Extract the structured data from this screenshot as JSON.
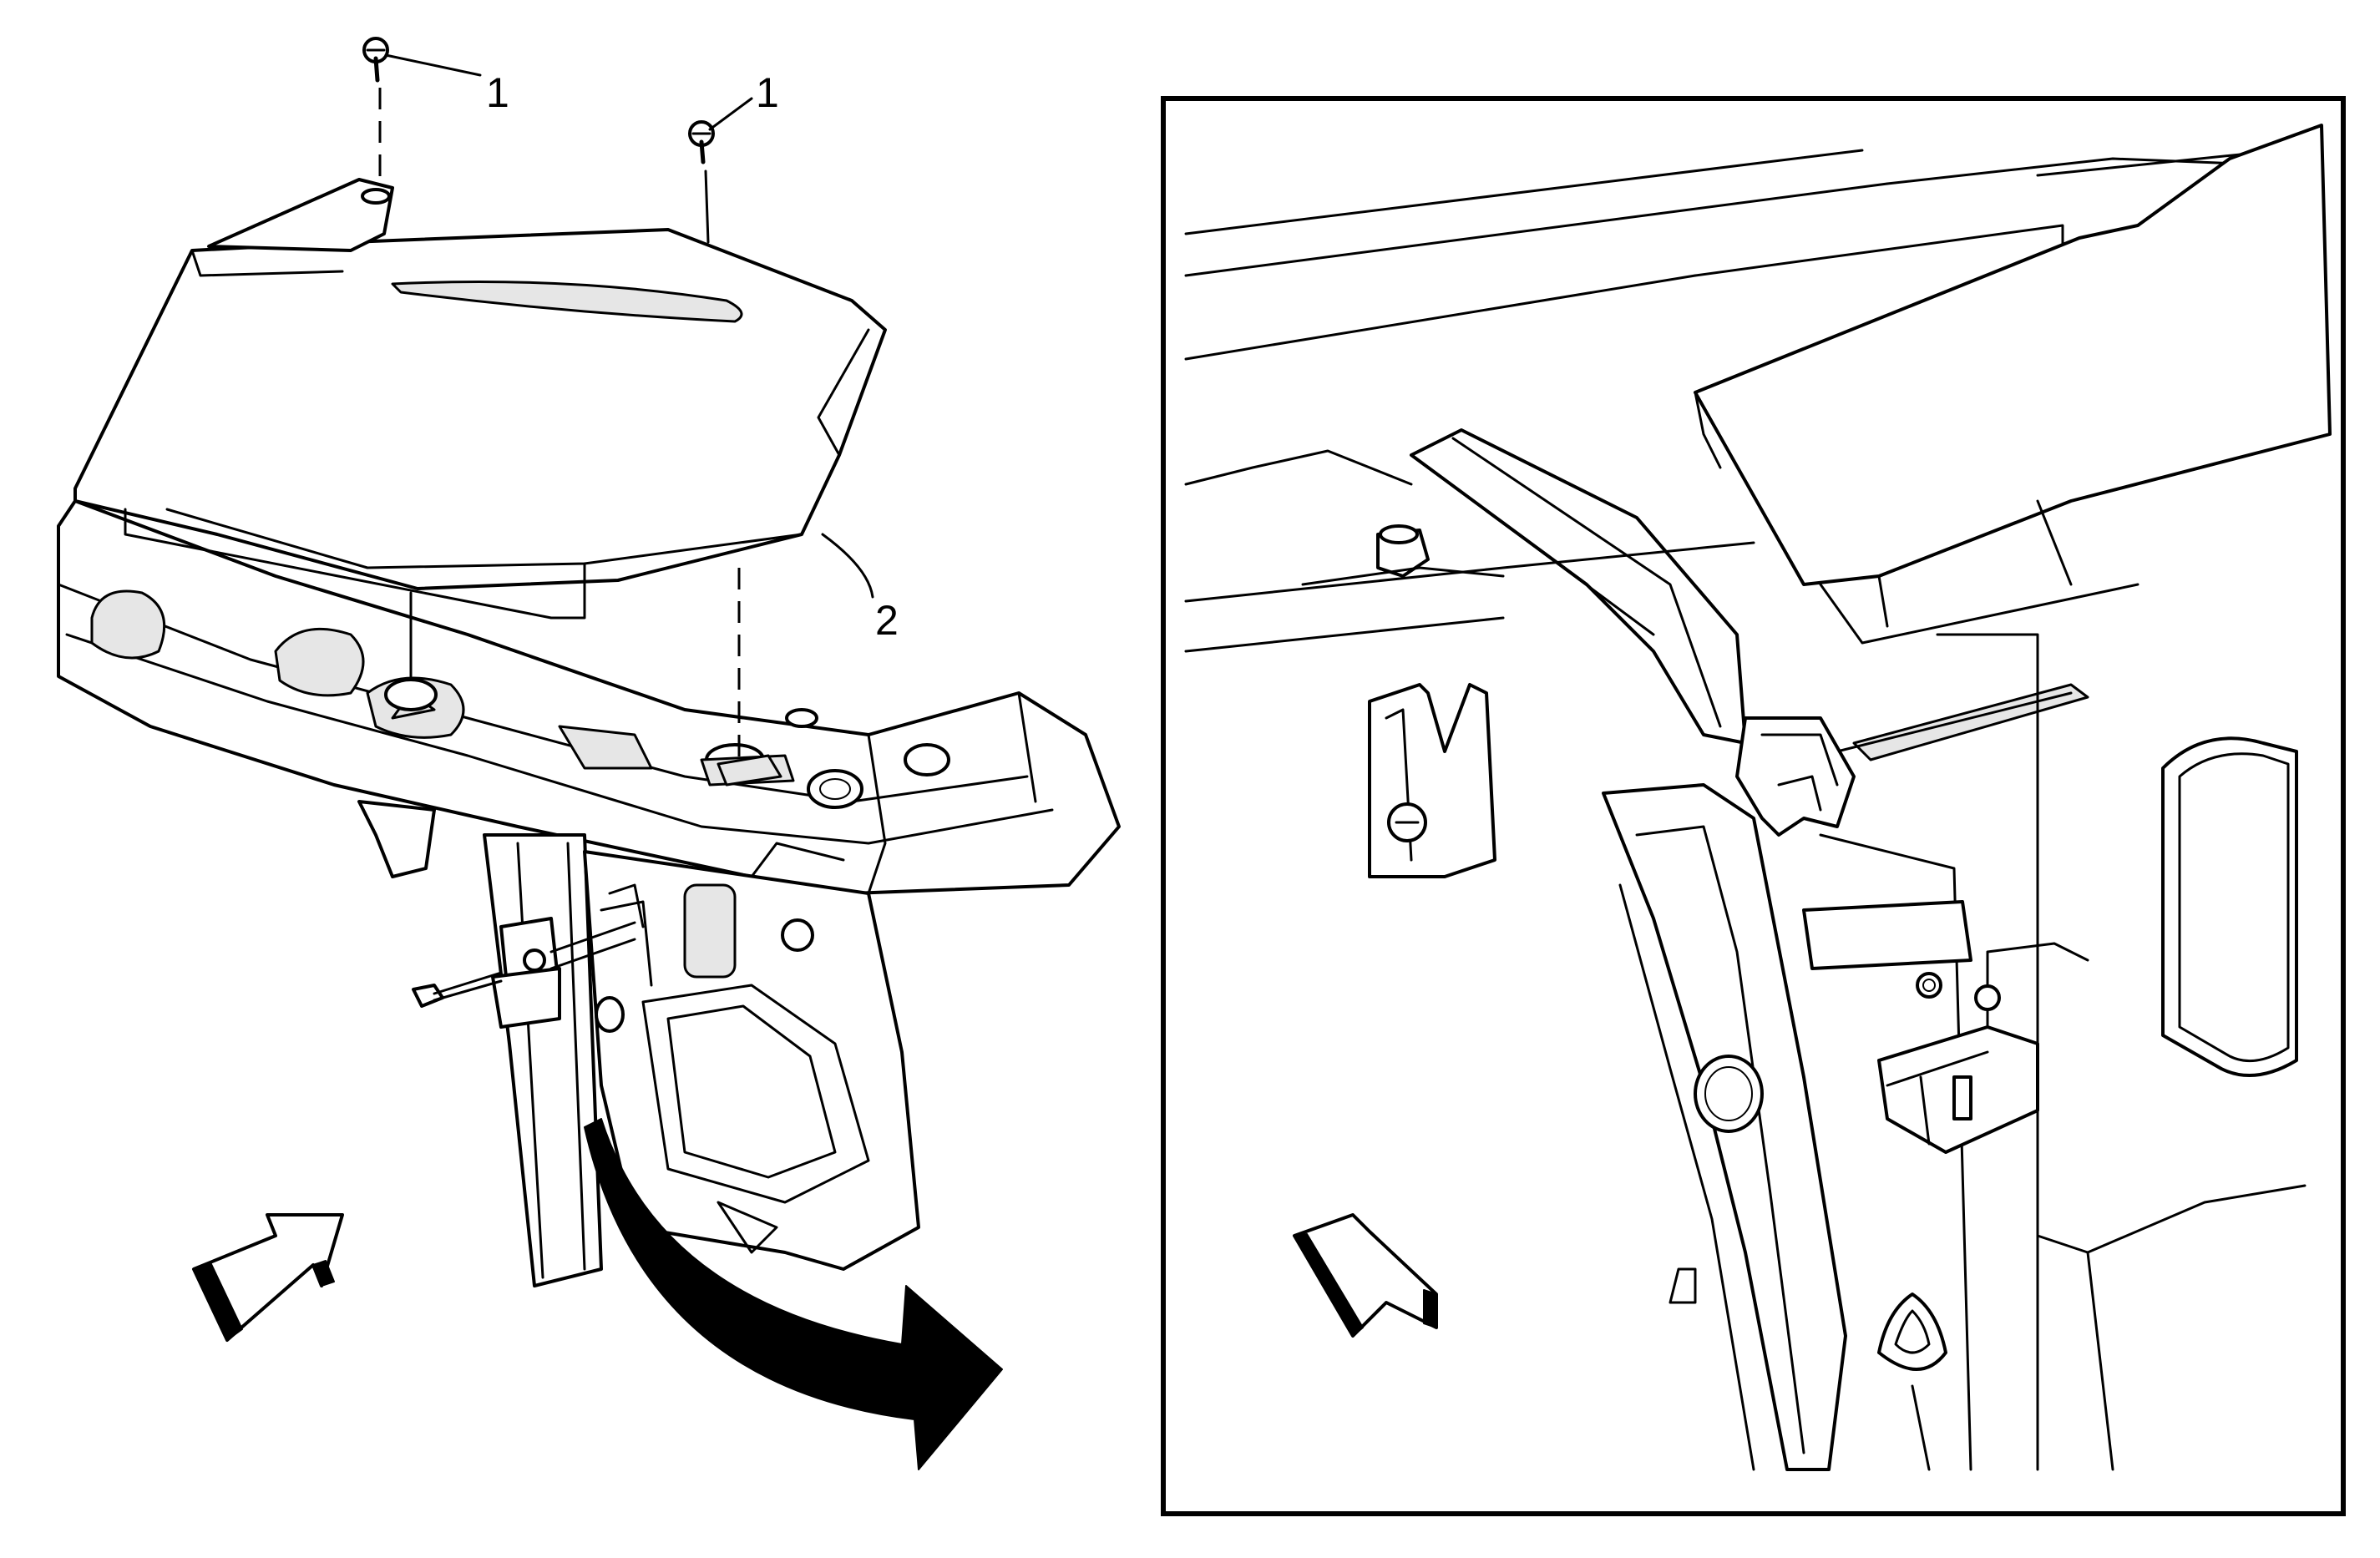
{
  "figure": {
    "callouts": [
      {
        "id": "screw-left",
        "label": "1"
      },
      {
        "id": "screw-right",
        "label": "1"
      },
      {
        "id": "panel",
        "label": "2"
      }
    ]
  }
}
